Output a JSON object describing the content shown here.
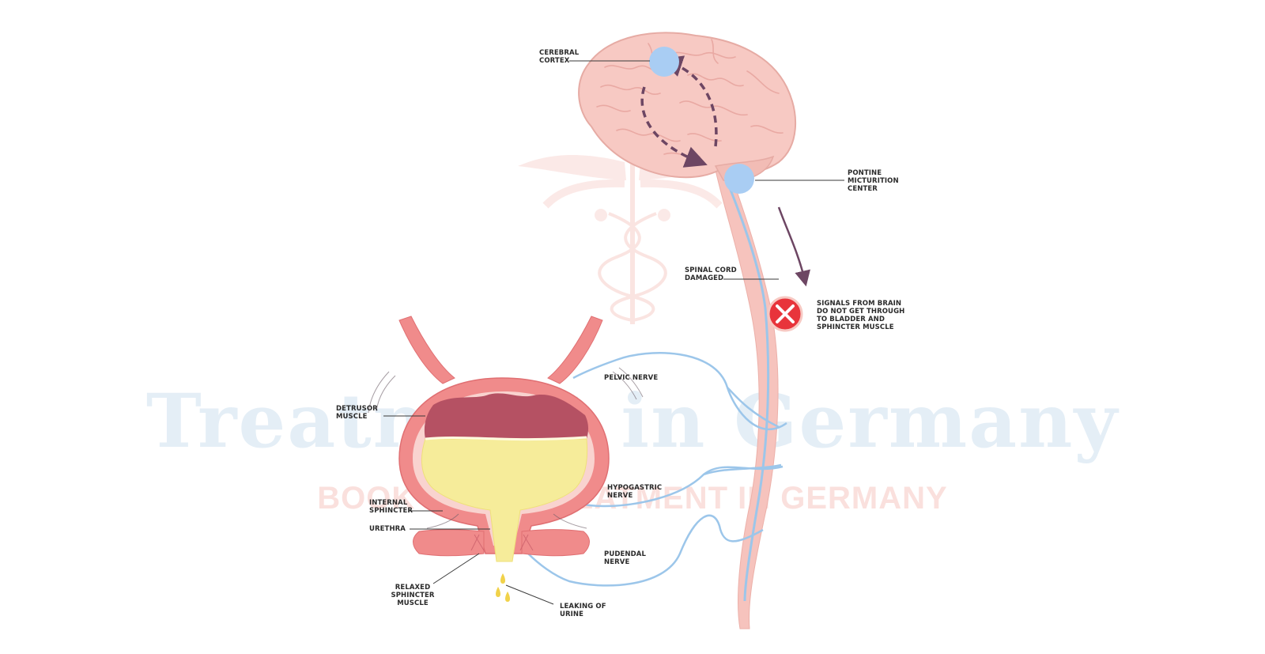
{
  "watermark": {
    "title": "Treatment in Germany",
    "subtitle": "BOOK YOUR TREATMENT IN GERMANY"
  },
  "labels": {
    "cerebral_cortex": "CEREBRAL\nCORTEX",
    "pontine_center": "PONTINE\nMICTURITION\nCENTER",
    "spinal_cord": "SPINAL CORD\nDAMAGED",
    "signals_blocked": "SIGNALS FROM BRAIN\nDO NOT GET THROUGH\nTO BLADDER AND\nSPHINCTER MUSCLE",
    "pelvic_nerve": "PELVIC NERVE",
    "detrusor_muscle": "DETRUSOR\nMUSCLE",
    "hypogastric_nerve": "HYPOGASTRIC\nNERVE",
    "internal_sphincter": "INTERNAL\nSPHINCTER",
    "urethra": "URETHRA",
    "pudendal_nerve": "PUDENDAL\nNERVE",
    "relaxed_sphincter": "RELAXED\nSPHINCTER\nMUSCLE",
    "leaking_urine": "LEAKING OF\nURINE"
  },
  "colors": {
    "brain": "#f7c9c3",
    "brain_fold": "#e9a9a3",
    "nerve": "#9cc6ea",
    "node": "#a9cdf3",
    "arrow": "#6d4663",
    "bladder_wall": "#f08b8b",
    "bladder_inner": "#b55163",
    "urine": "#f6ec9a",
    "block_marker": "#e8343b"
  },
  "icons": {
    "blocked_signal": "x-circle-icon",
    "watermark_logo": "caduceus-icon"
  }
}
